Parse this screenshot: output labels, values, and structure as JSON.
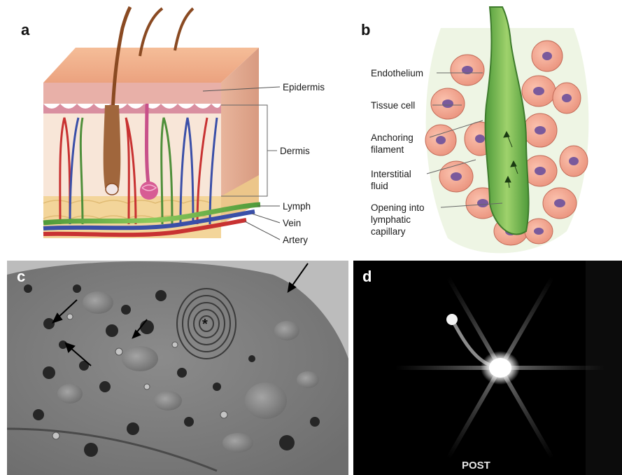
{
  "panels": {
    "a": {
      "letter": "a",
      "labels": {
        "epidermis": "Epidermis",
        "dermis": "Dermis",
        "lymph": "Lymph",
        "vein": "Vein",
        "artery": "Artery"
      }
    },
    "b": {
      "letter": "b",
      "labels": {
        "endothelium": "Endothelium",
        "tissue_cell": "Tissue cell",
        "anchoring_filament": "Anchoring filament",
        "interstitial_fluid": "Interstitial fluid",
        "opening": "Opening into lymphatic capillary"
      }
    },
    "c": {
      "letter": "c",
      "marker": "*"
    },
    "d": {
      "letter": "d",
      "caption": "POST"
    }
  },
  "colors": {
    "skin_surface": "#f2b48f",
    "epidermis": "#e3a6a6",
    "dermis": "#f7e3d3",
    "fat": "#f3d79a",
    "hair": "#8a4a22",
    "vessel_red": "#c83232",
    "vessel_blue": "#3a4fa8",
    "vessel_green": "#4f8f3a",
    "lymph_green": "#7dbb4a",
    "cell_pink": "#f3a893",
    "nucleus": "#7a5a9c",
    "em_gray": "#8a8a8a",
    "scan_bg": "#000000"
  }
}
